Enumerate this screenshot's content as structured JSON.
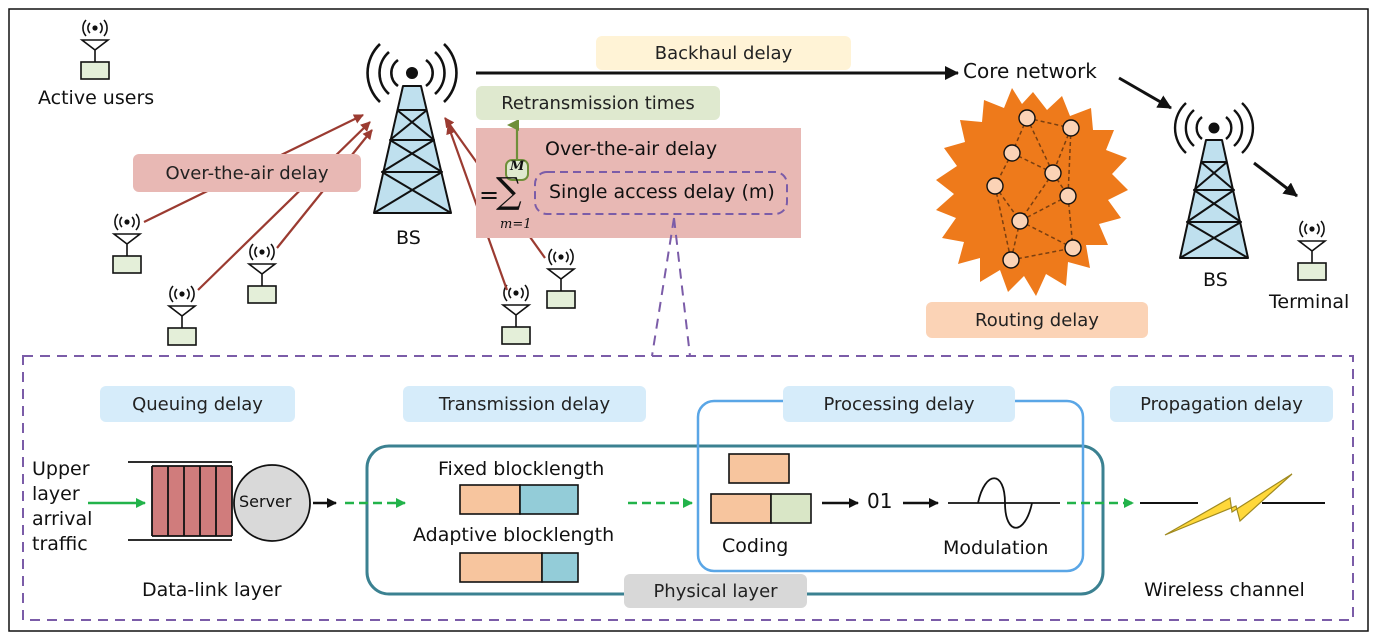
{
  "users": {
    "active_users": "Active users",
    "terminal": "Terminal"
  },
  "bs": {
    "left": "BS",
    "right": "BS"
  },
  "delays": {
    "backhaul": "Backhaul delay",
    "retransmission": "Retransmission times",
    "ota_left": "Over-the-air delay",
    "ota_box": "Over-the-air delay",
    "single_access": "Single access delay (m)",
    "routing": "Routing delay",
    "queuing": "Queuing delay",
    "transmission": "Transmission delay",
    "processing": "Processing delay",
    "propagation": "Propagation delay"
  },
  "formula": {
    "equals": "=",
    "sigma": "∑",
    "upper": "M",
    "lower": "m=1"
  },
  "core_network": "Core network",
  "datalink": {
    "upper": "Upper",
    "layer": "layer",
    "arrival": "arrival",
    "traffic": "traffic",
    "server": "Server",
    "label": "Data-link layer"
  },
  "physical": {
    "fixed": "Fixed blocklength",
    "adaptive": "Adaptive blocklength",
    "coding": "Coding",
    "bits": "01",
    "modulation": "Modulation",
    "label": "Physical layer"
  },
  "wireless_channel": "Wireless channel",
  "colors": {
    "red_arrow": "#9b3b31",
    "pink": "#e8b8b4",
    "green": "#dfe9cf",
    "yellow": "#fff3d6",
    "orange": "#ee7a1b",
    "node": "#fbd3b6",
    "light_blue": "#d6ecfa",
    "purple_dash": "#7b5ca8",
    "teal": "#3b8191",
    "blue": "#5aa6e6",
    "queue": "#d07c7c",
    "tower": "#bfe0ee",
    "block_orange": "#f7c59e",
    "block_blue": "#93ccd8",
    "block_green": "#d9e6c6",
    "gray": "#d8d8d8",
    "lightning": "#ffd83a",
    "green_arrow": "#22b34a"
  }
}
